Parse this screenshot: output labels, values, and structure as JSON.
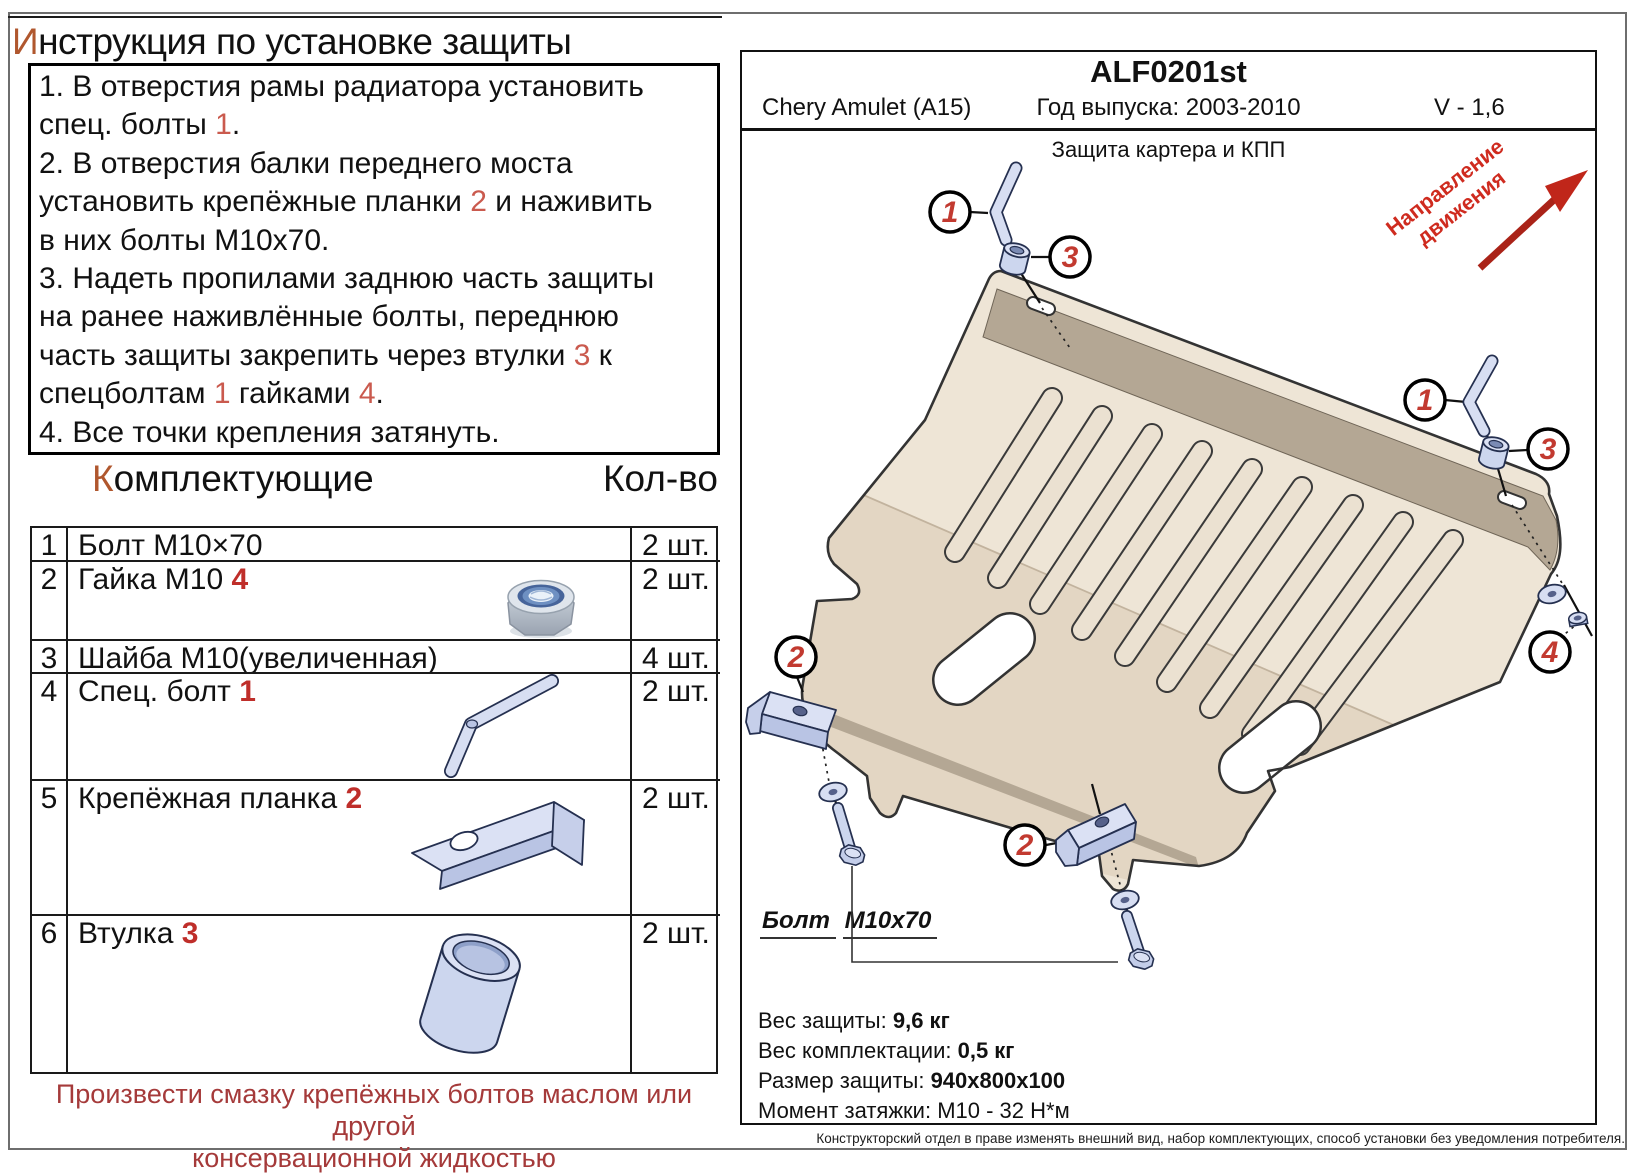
{
  "page": {
    "title_first": "И",
    "title_rest": "нструкция по установке защиты"
  },
  "instructions": {
    "lines": [
      [
        [
          "1. В отверстия рамы радиатора установить"
        ]
      ],
      [
        [
          "спец. болты "
        ],
        [
          "1",
          "r"
        ],
        [
          "."
        ]
      ],
      [
        [
          "2. В отверстия балки переднего моста"
        ]
      ],
      [
        [
          "установить крепёжные планки "
        ],
        [
          "2",
          "r"
        ],
        [
          " и наживить"
        ]
      ],
      [
        [
          "в них болты М10х70."
        ]
      ],
      [
        [
          "3. Надеть пропилами заднюю часть защиты"
        ]
      ],
      [
        [
          "на ранее наживлённые болты, переднюю"
        ]
      ],
      [
        [
          "часть защиты закрепить через втулки "
        ],
        [
          "3",
          "r"
        ],
        [
          " к"
        ]
      ],
      [
        [
          "спецболтам "
        ],
        [
          "1",
          "r"
        ],
        [
          " гайками "
        ],
        [
          "4",
          "r"
        ],
        [
          "."
        ]
      ],
      [
        [
          "4. Все точки крепления затянуть."
        ]
      ]
    ]
  },
  "components": {
    "header_first": "К",
    "header_rest": "омплектующие",
    "qty_header": "Кол-во",
    "rows": [
      {
        "num": "1",
        "name": "Болт М10×70",
        "red": "",
        "qty": "2 шт."
      },
      {
        "num": "2",
        "name": "Гайка М10 ",
        "red": "4",
        "qty": "2 шт."
      },
      {
        "num": "3",
        "name": "Шайба М10(увеличенная)",
        "red": "",
        "qty": "4 шт."
      },
      {
        "num": "4",
        "name": "Спец. болт ",
        "red": "1",
        "qty": "2 шт."
      },
      {
        "num": "5",
        "name": "Крепёжная планка ",
        "red": "2",
        "qty": "2 шт."
      },
      {
        "num": "6",
        "name": "Втулка ",
        "red": "3",
        "qty": "2 шт."
      }
    ]
  },
  "warning": {
    "line1": "Произвести смазку крепёжных болтов маслом или другой",
    "line2": "консервационной жидкостью"
  },
  "drawing": {
    "part_code": "ALF0201st",
    "vehicle": "Chery Amulet (A15)",
    "years": "Год выпуска: 2003-2010",
    "version": "V - 1,6",
    "subtitle": "Защита картера и КПП",
    "direction_line1": "Направление",
    "direction_line2": "движения",
    "bolt_label_line1": "Болт",
    "bolt_label_line2": "М10х70",
    "callouts": [
      "1",
      "3",
      "1",
      "3",
      "4",
      "2",
      "2"
    ],
    "specs": [
      {
        "label": "Вес защиты: ",
        "value": "9,6 кг"
      },
      {
        "label": "Вес комплектации: ",
        "value": "0,5 кг"
      },
      {
        "label": "Размер защиты: ",
        "value": "940х800х100"
      },
      {
        "label": "Момент затяжки: ",
        "value": "М10 - 32 Н*м"
      }
    ]
  },
  "footer": {
    "note": "Конструкторский отдел в праве изменять внешний вид, набор комплектующих, способ установки без уведомления потребителя."
  }
}
